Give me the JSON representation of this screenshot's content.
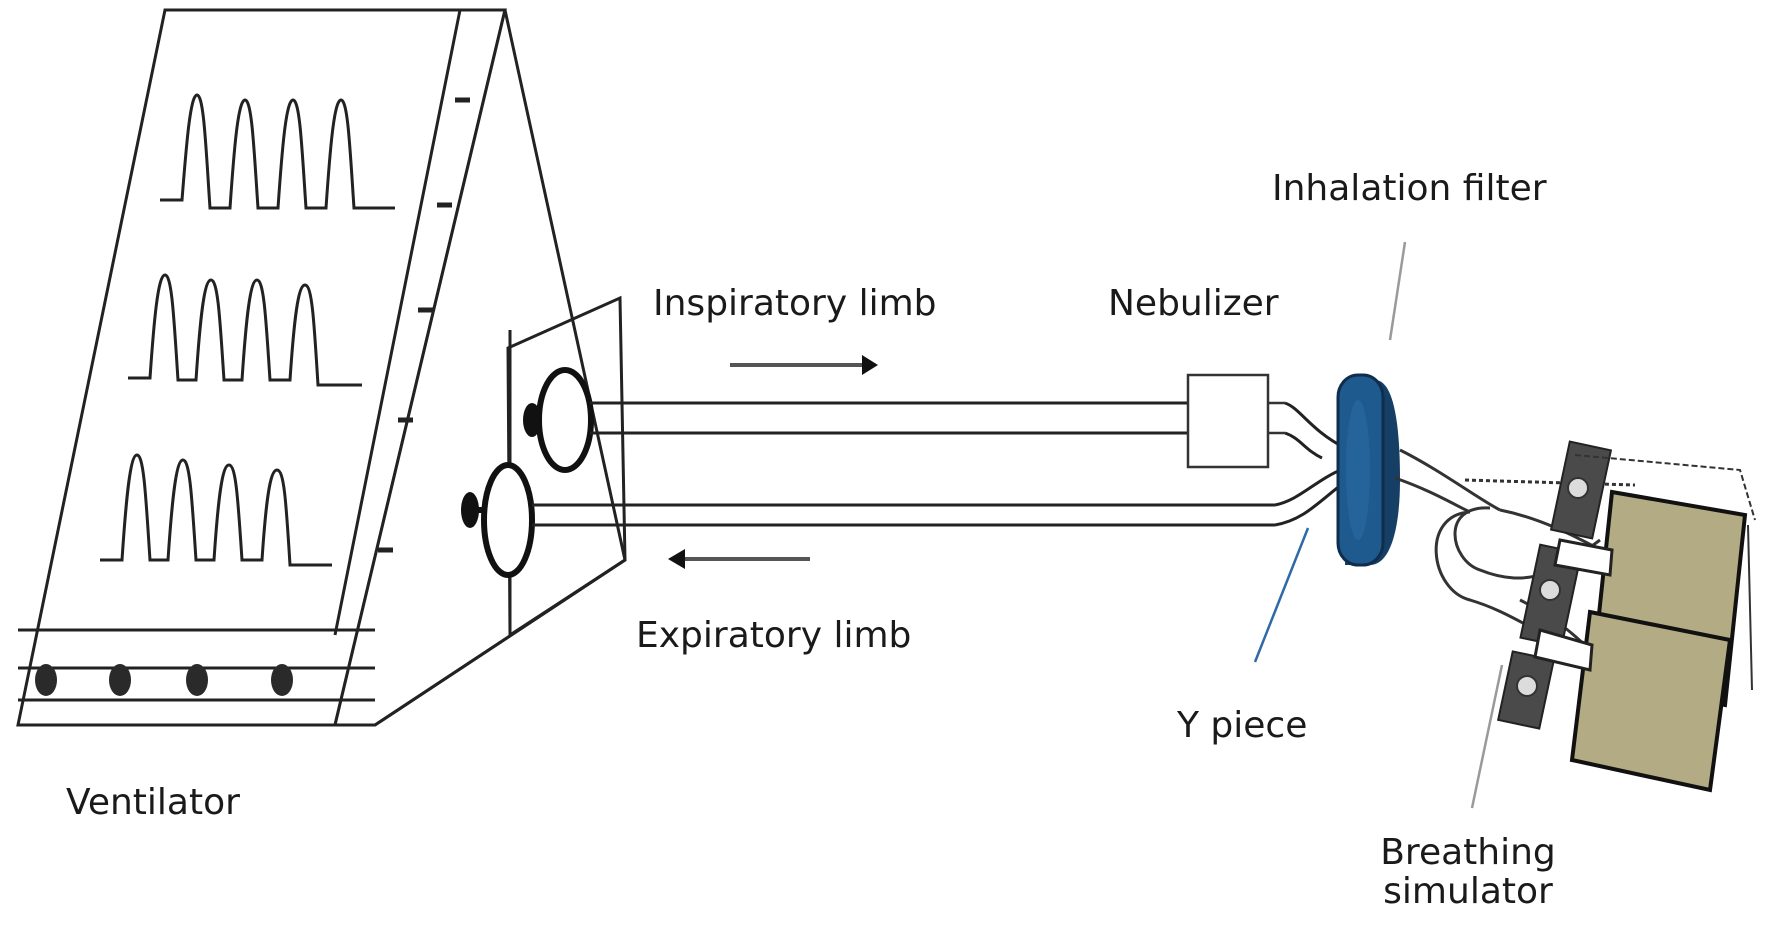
{
  "labels": {
    "ventilator": "Ventilator",
    "inspiratory_limb": "Inspiratory limb",
    "expiratory_limb": "Expiratory limb",
    "nebulizer": "Nebulizer",
    "inhalation_filter": "Inhalation filter",
    "y_piece": "Y piece",
    "breathing_simulator_line1": "Breathing",
    "breathing_simulator_line2": "simulator"
  },
  "colors": {
    "line": "#222222",
    "tube_fill": "#ffffff",
    "filter_blue": "#1f5a8e",
    "filter_dark": "#163f66",
    "simulator_tan": "#b2ab83",
    "pointer_gray": "#9a9a9a",
    "pointer_blue": "#2f6aa6"
  },
  "icons": {
    "ventilator": "ventilator-icon",
    "nebulizer": "nebulizer-icon",
    "filter": "filter-icon",
    "simulator": "breathing-simulator-icon"
  }
}
